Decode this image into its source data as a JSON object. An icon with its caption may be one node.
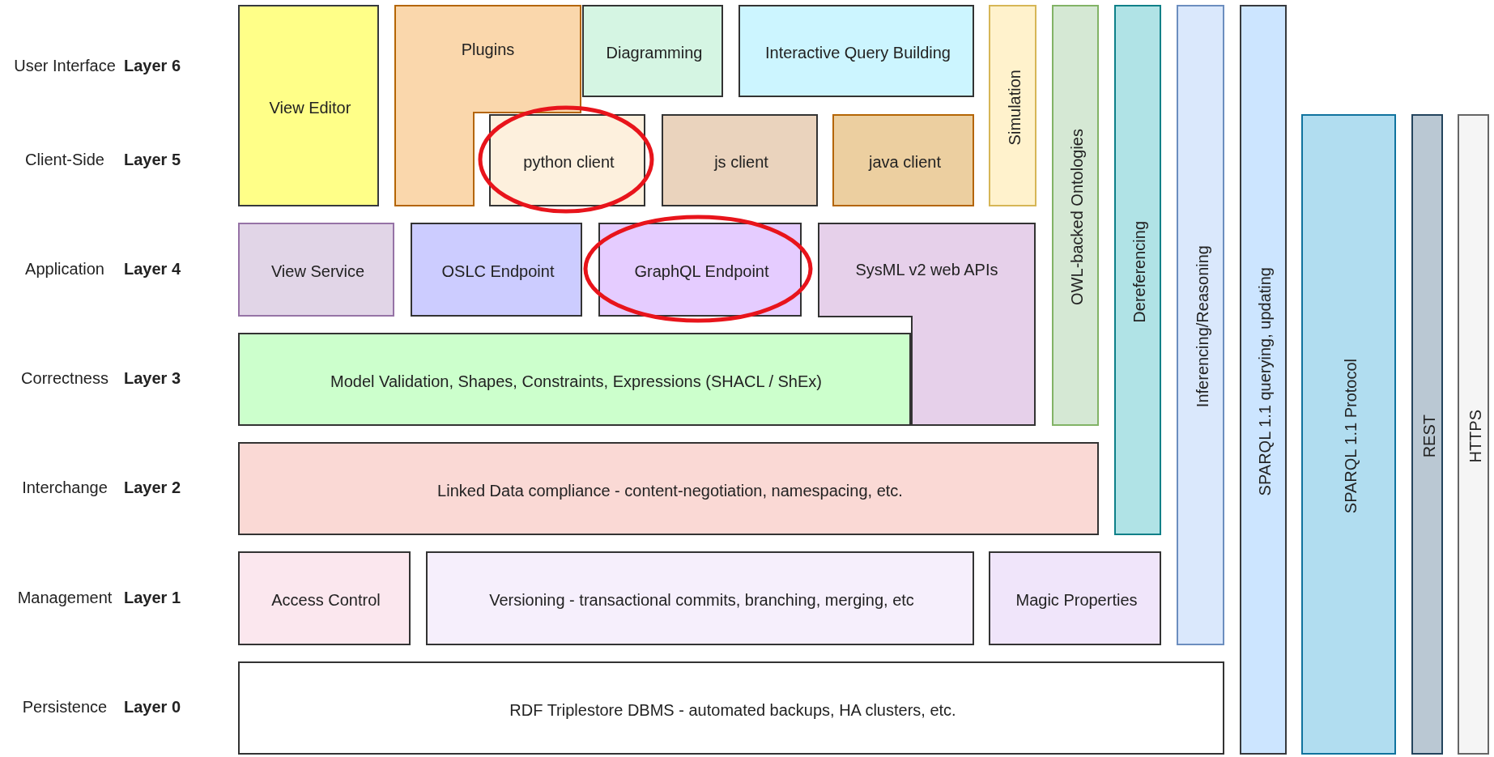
{
  "diagram": {
    "nodes": [
      {
        "text": [
          "View Editor"
        ]
      },
      {
        "text": [
          "Plugins"
        ]
      },
      {
        "text": [
          "Diagramming"
        ]
      },
      {
        "text": [
          "Interactive Query Building"
        ]
      },
      {
        "text": [
          "Simulation"
        ]
      },
      {
        "text": [
          "OWL-backed Ontologies"
        ]
      },
      {
        "text": [
          "Dereferencing"
        ]
      },
      {
        "text": [
          "Inferencing/Reasoning"
        ]
      },
      {
        "text": [
          "SPARQL 1.1 querying, updating"
        ]
      },
      {
        "text": [
          "SPARQL 1.1 Protocol"
        ]
      },
      {
        "text": [
          "REST"
        ]
      },
      {
        "text": [
          "HTTPS"
        ]
      },
      {
        "text": [
          "python client"
        ]
      },
      {
        "text": [
          "js client"
        ]
      },
      {
        "text": [
          "java client"
        ]
      },
      {
        "text": [
          "View Service"
        ]
      },
      {
        "text": [
          "OSLC Endpoint"
        ]
      },
      {
        "text": [
          "GraphQL Endpoint"
        ]
      },
      {
        "text": [
          "SysML v2 web APIs"
        ]
      },
      {
        "text": [
          "Model Validation, Shapes, Constraints, Expressions (SHACL / ShEx)"
        ]
      },
      {
        "text": [
          "Linked Data compliance - content-negotiation, namespacing, etc."
        ]
      },
      {
        "text": [
          "Access Control"
        ]
      },
      {
        "text": [
          "Versioning - transactional commits, branching, merging, etc"
        ]
      },
      {
        "text": [
          "Magic Properties"
        ]
      },
      {
        "text": [
          "RDF Triplestore DBMS - automated backups, HA clusters, etc."
        ]
      }
    ],
    "labels": [
      "User Interface",
      "Layer 6",
      "Client-Side",
      "Layer 5",
      "Application",
      "Layer 4",
      "Correctness",
      "Layer 3",
      "Interchange",
      "Layer 2",
      "Management",
      "Layer 1",
      "Persistence",
      "Layer 0"
    ]
  }
}
